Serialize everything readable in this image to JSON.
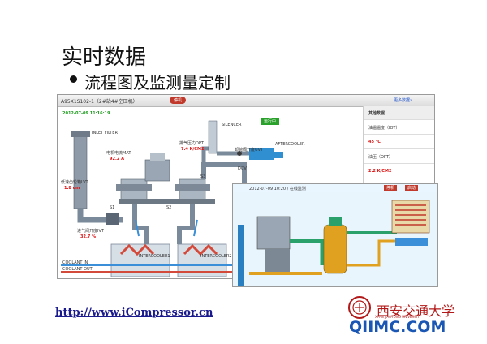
{
  "slide": {
    "title": "实时数据",
    "bullet": "流程图及监测量定制"
  },
  "panel": {
    "header_title": "A95X1S102-1（2#站4#空压机）",
    "header_badge": "停机",
    "header_right": "更多数据»",
    "datetime": "2012-07-09 11:16:19",
    "labels": {
      "inlet_filter": "INLET FILTER",
      "motor_current": "电机电流MAT",
      "motor_current_val": "92.2 A",
      "pressure_dpt": "排气压力DPT",
      "pressure_dpt_val": "7.4 K/CM2",
      "silencer": "SILENCER",
      "unloader": "卸荷阀开度UVT",
      "aftercooler": "AFTERCOOLER",
      "dcv": "DCV",
      "lvt": "低速齿轮箱LVT",
      "lvt_val": "1.8 um",
      "inlet_valve": "进气阀开度IVT",
      "inlet_valve_val": "32.7 %",
      "s1": "S1",
      "s2": "S2",
      "s3": "S3",
      "intercooler1": "INTERCOOLER1",
      "intercooler2": "INTERCOOLER2",
      "coolant_in": "COOLANT IN",
      "coolant_out": "COOLANT OUT",
      "run_status": "运行中"
    },
    "sidebar": {
      "header": "其他数据",
      "rows": [
        {
          "label": "油温温度（IOT）",
          "value": "45 °C"
        },
        {
          "label": "油压（OPT）",
          "value": "2.2 K/CM2"
        }
      ]
    }
  },
  "inset": {
    "header": "2012-07-09 10:20 / 在线监测",
    "btn1": "停机",
    "btn2": "启动"
  },
  "footer": {
    "url": "http://www.iCompressor.cn",
    "logo": "西安交通大学",
    "logo_sub": "XI'AN JIAOTONG UNIVERSITY",
    "brand": "QIIMC.COM"
  },
  "colors": {
    "pipe": "#7a8a9a",
    "water": "#3a8fd8",
    "hot": "#d44a3a",
    "run": "#2aa12a"
  }
}
